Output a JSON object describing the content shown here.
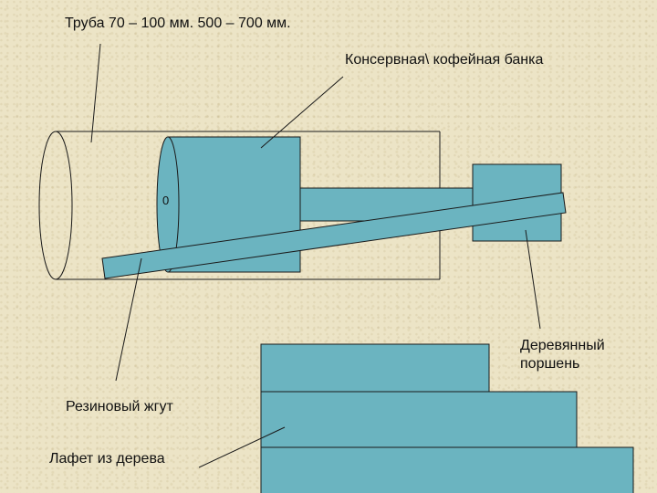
{
  "labels": {
    "pipe": "Труба 70 – 100 мм. 500 – 700 мм.",
    "can": "Консервная\\ кофейная банка",
    "piston": "Деревянный поршень",
    "rubber": "Резиновый жгут",
    "carriage": "Лафет из дерева",
    "can_mark": "0"
  },
  "colors": {
    "fill": "#6bb4c0",
    "stroke": "#1a1a1a",
    "background": "#ece4c6"
  }
}
